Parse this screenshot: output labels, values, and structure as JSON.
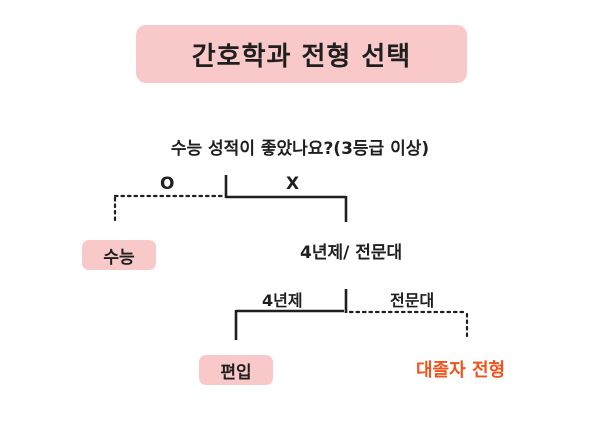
{
  "title": "간호학과 전형 선택",
  "question": "수능 성적이 좋았나요?(3등급 이상)",
  "branch_yes": "O",
  "branch_no": "X",
  "suneung_result": "수능",
  "track_question": "4년제/ 전문대",
  "branch_4year": "4년제",
  "branch_college": "전문대",
  "transfer_result": "편입",
  "graduate_result": "대졸자 전형",
  "colors": {
    "badge_fill": "#f9c9c9",
    "accent_red": "#f0531b",
    "line": "#1f1f1f"
  }
}
